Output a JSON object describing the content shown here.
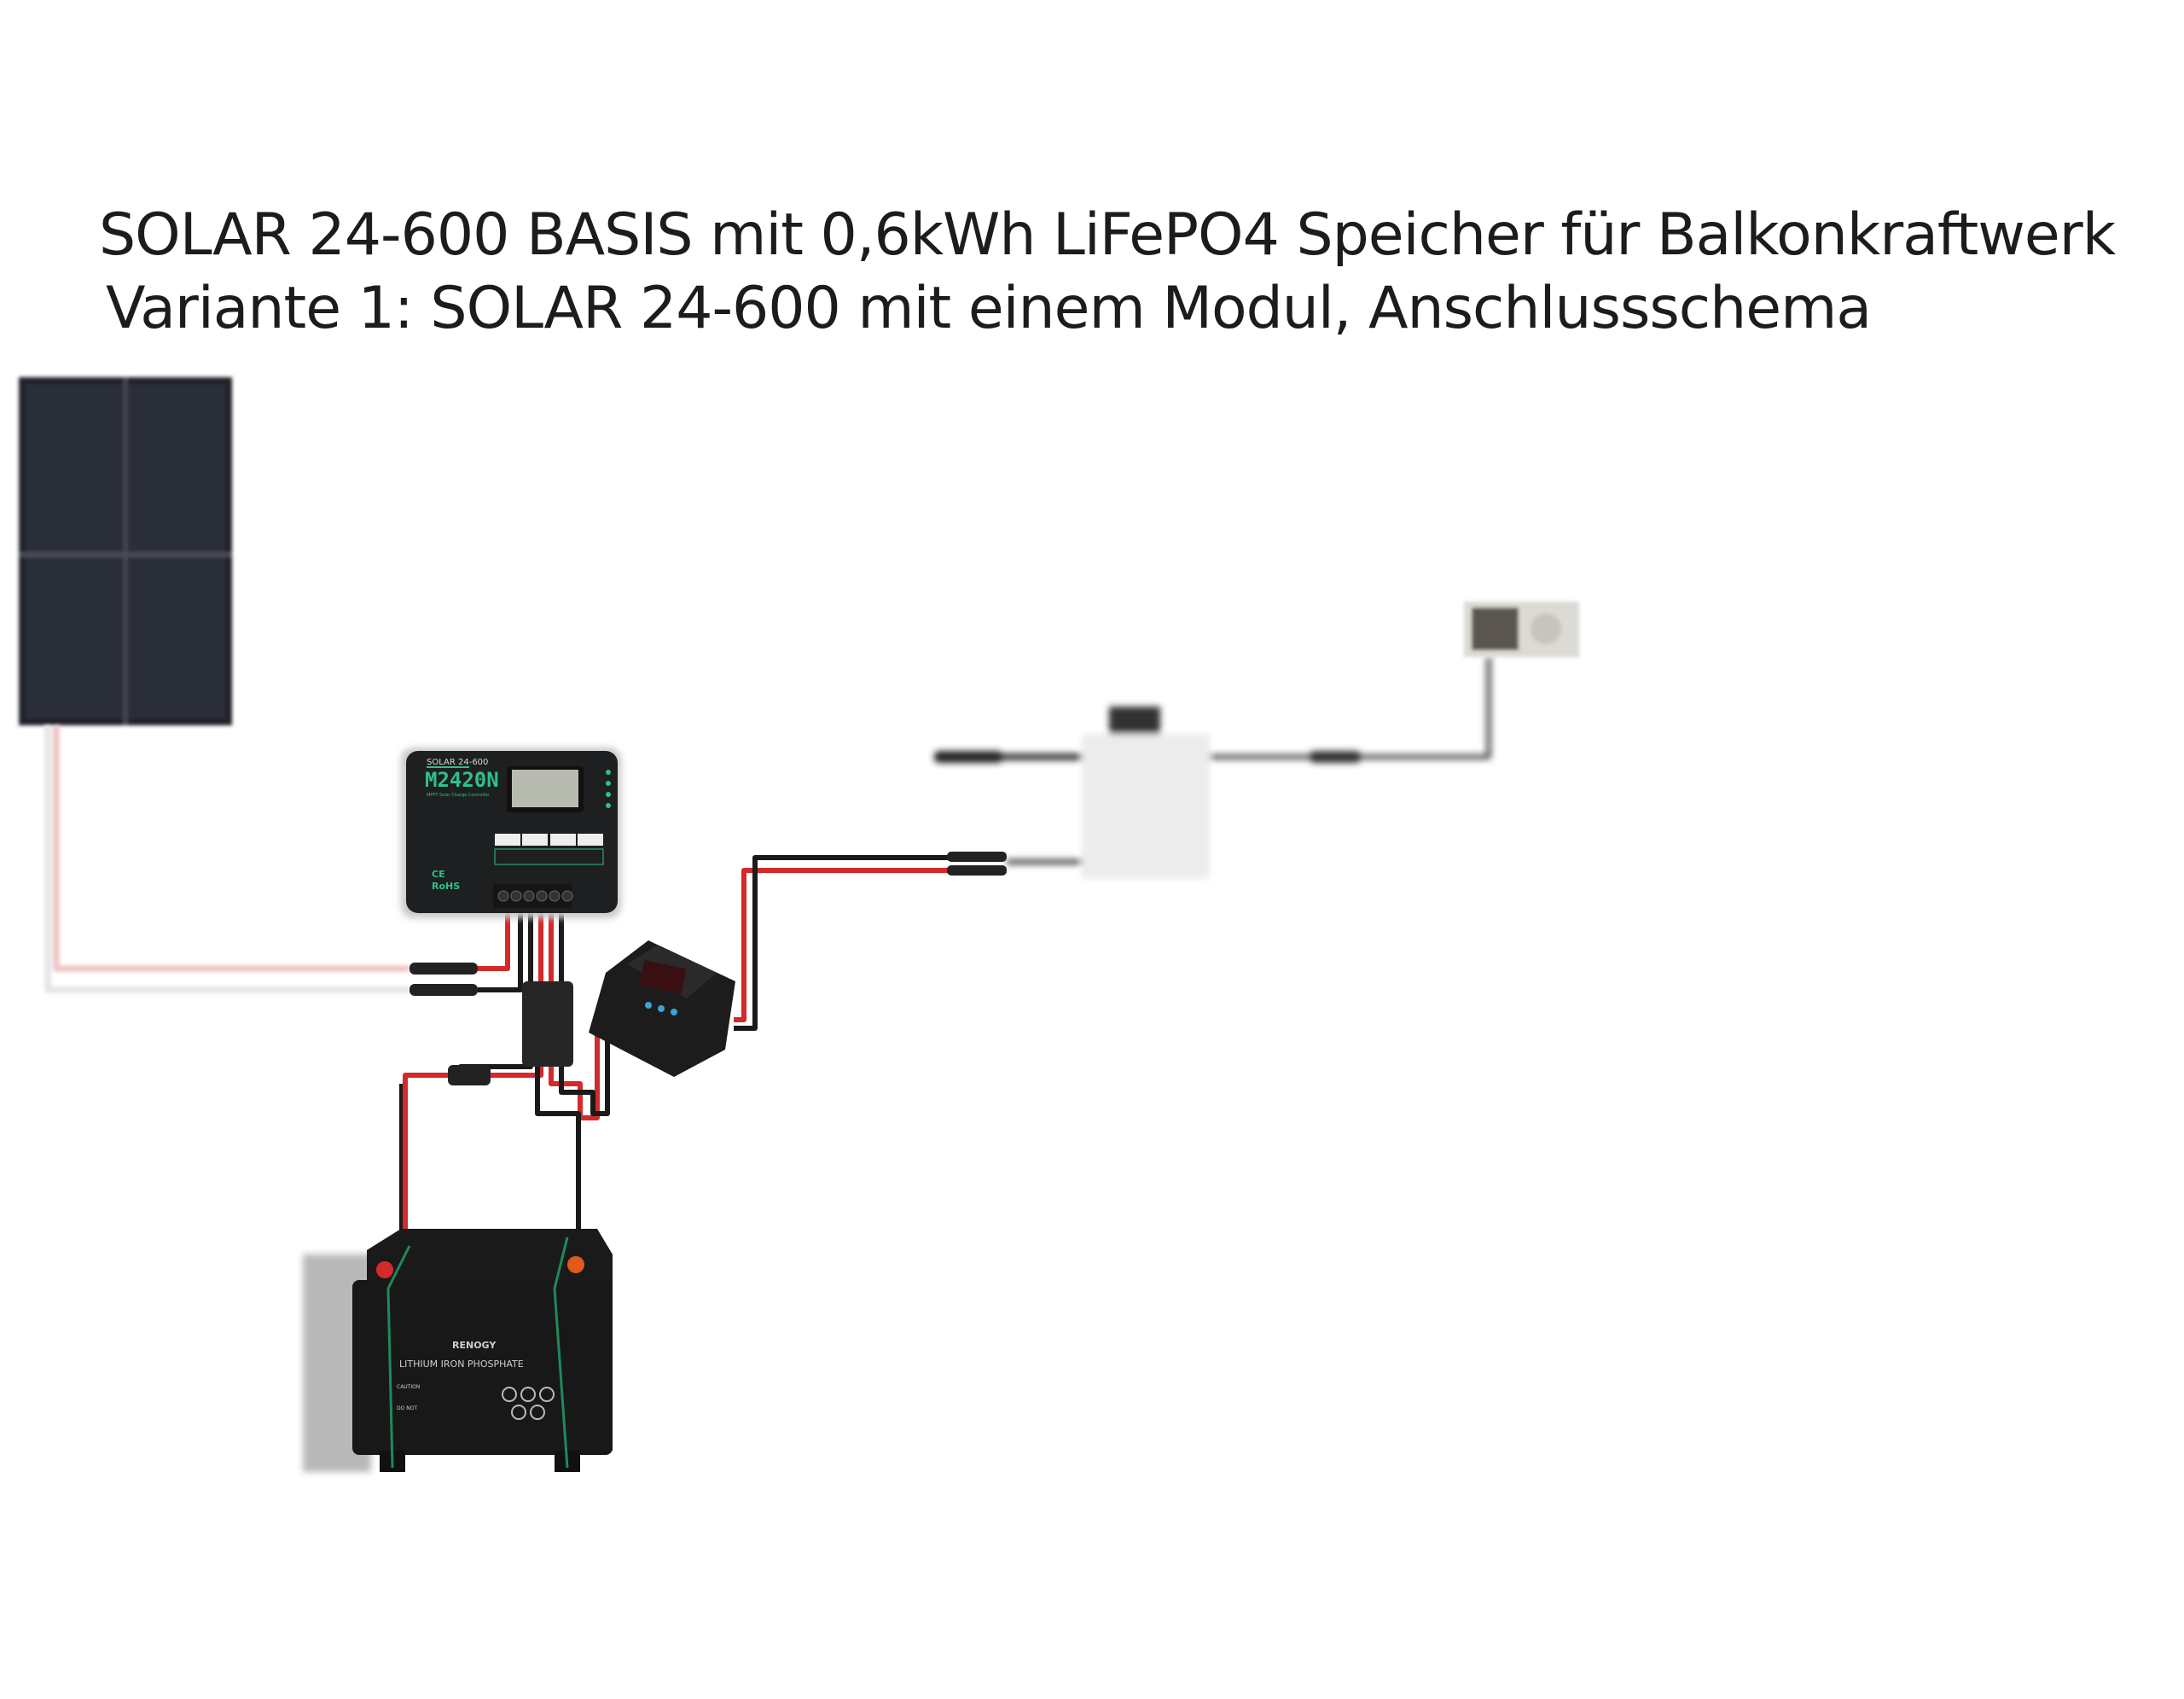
{
  "header": {
    "title": "SOLAR 24-600 BASIS mit 0,6kWh LiFePO4 Speicher für Balkonkraftwerk",
    "subtitle": "Variante 1: SOLAR 24-600 mit einem Modul, Anschlussschema"
  },
  "controller": {
    "brand_line": "SOLAR 24-600",
    "model": "M2420N",
    "description": "MPPT Solar Charge Controller",
    "ce": "CE",
    "rohs": "RoHS"
  },
  "battery": {
    "brand": "RENOGY",
    "type": "LITHIUM IRON PHOSPHATE",
    "caution": "CAUTION",
    "do_not": "DO NOT"
  },
  "colors": {
    "positive_wire": "#d42a2a",
    "negative_wire": "#1a1a1a",
    "accent_green": "#2fc08a",
    "device_body": "#1d1f21"
  }
}
